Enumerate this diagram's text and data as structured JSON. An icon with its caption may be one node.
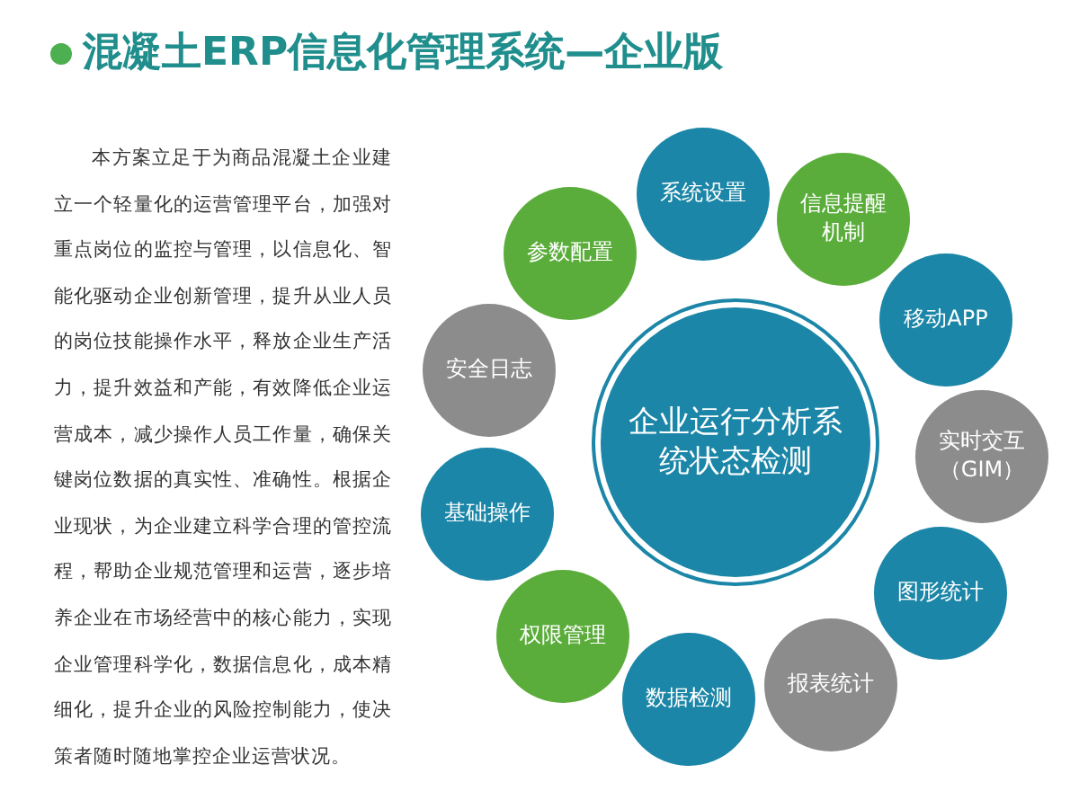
{
  "diagram": {
    "title": "混凝土ERP信息化管理系统—企业版",
    "nodes": [
      {
        "text": [
          "企业运行分析系统状态检测"
        ]
      },
      {
        "text": [
          "系统设置"
        ]
      },
      {
        "text": [
          "信息提醒机制"
        ]
      },
      {
        "text": [
          "移动APP"
        ]
      },
      {
        "text": [
          "实时交互（GIM）"
        ]
      },
      {
        "text": [
          "图形统计"
        ]
      },
      {
        "text": [
          "报表统计"
        ]
      },
      {
        "text": [
          "数据检测"
        ]
      },
      {
        "text": [
          "权限管理"
        ]
      },
      {
        "text": [
          "基础操作"
        ]
      },
      {
        "text": [
          "安全日志"
        ]
      },
      {
        "text": [
          "参数配置"
        ]
      }
    ],
    "labels": [
      "本方案立足于为商品混凝土企业建立一个轻量化的运营管理平台，加强对重点岗位的监控与管理，以信息化、智能化驱动企业创新管理，提升从业人员的岗位技能操作水平，释放企业生产活力，提升效益和产能，有效降低企业运营成本，减少操作人员工作量，确保关键岗位数据的真实性、准确性。根据企业现状，为企业建立科学合理的管控流程，帮助企业规范管理和运营，逐步培养企业在市场经营中的核心能力，实现企业管理科学化，数据信息化，成本精细化，提升企业的风险控制能力，使决策者随时随地掌控企业运营状况。"
    ]
  }
}
